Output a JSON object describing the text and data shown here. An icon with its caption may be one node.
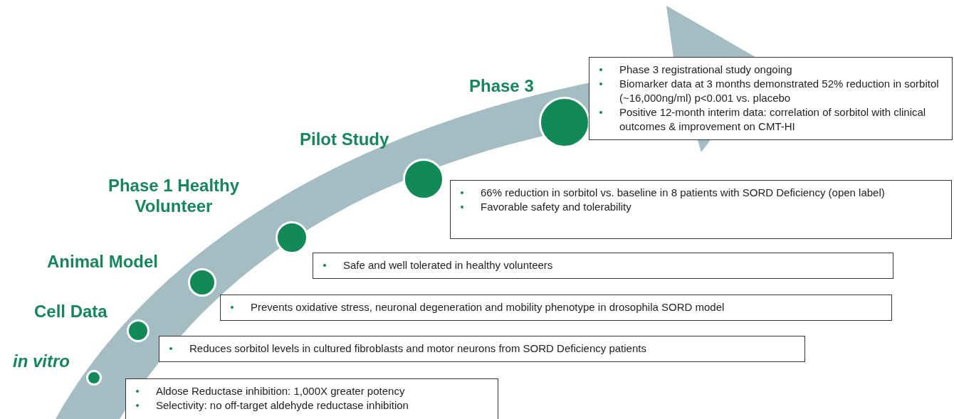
{
  "diagram": {
    "nodes": [
      {
        "text": [],
        "shape": "circle",
        "beside": [
          "in vitro"
        ]
      },
      {
        "text": [],
        "shape": "circle",
        "beside": [
          "Cell Data"
        ]
      },
      {
        "text": [],
        "shape": "circle",
        "beside": [
          "Animal Model"
        ]
      },
      {
        "text": [],
        "shape": "circle",
        "beside": [
          "Phase 1 Healthy Volunteer"
        ]
      },
      {
        "text": [],
        "shape": "circle",
        "beside": [
          "Pilot Study"
        ]
      },
      {
        "text": [],
        "shape": "circle",
        "beside": [
          "Phase 3"
        ]
      },
      {
        "text": [
          "Phase 3 registrational study ongoing",
          "Biomarker data at 3 months demonstrated 52% reduction in sorbitol  (~16,000ng/ml) p<0.001 vs. placebo",
          "Positive 12-month interim data: correlation of sorbitol with clinical outcomes & improvement on CMT-HI"
        ]
      },
      {
        "text": [
          "66% reduction in sorbitol vs. baseline in 8 patients with SORD Deficiency (open label)",
          "Favorable safety and tolerability"
        ]
      },
      {
        "text": [
          "Safe and well tolerated in healthy volunteers"
        ]
      },
      {
        "text": [
          "Prevents oxidative stress, neuronal degeneration and mobility phenotype in drosophila SORD model"
        ]
      },
      {
        "text": [
          "Reduces sorbitol levels in cultured fibroblasts and motor neurons from SORD Deficiency patients"
        ]
      },
      {
        "text": [
          "Aldose Reductase inhibition: 1,000X greater potency",
          "Selectivity: no off-target aldehyde reductase inhibition"
        ]
      }
    ]
  }
}
